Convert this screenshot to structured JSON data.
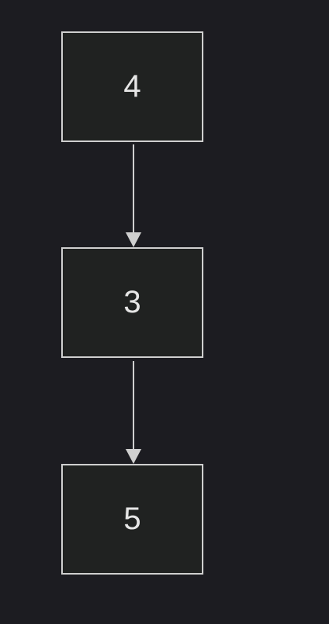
{
  "diagram": {
    "nodes": [
      {
        "id": "a",
        "label": "4"
      },
      {
        "id": "b",
        "label": "3"
      },
      {
        "id": "c",
        "label": "5"
      }
    ],
    "edges": [
      {
        "from": "4",
        "to": "3"
      },
      {
        "from": "3",
        "to": "5"
      }
    ],
    "colors": {
      "background": "#1c1c21",
      "node_fill": "#202221",
      "stroke": "#cfcfcf",
      "text": "#e6e6e6"
    }
  }
}
